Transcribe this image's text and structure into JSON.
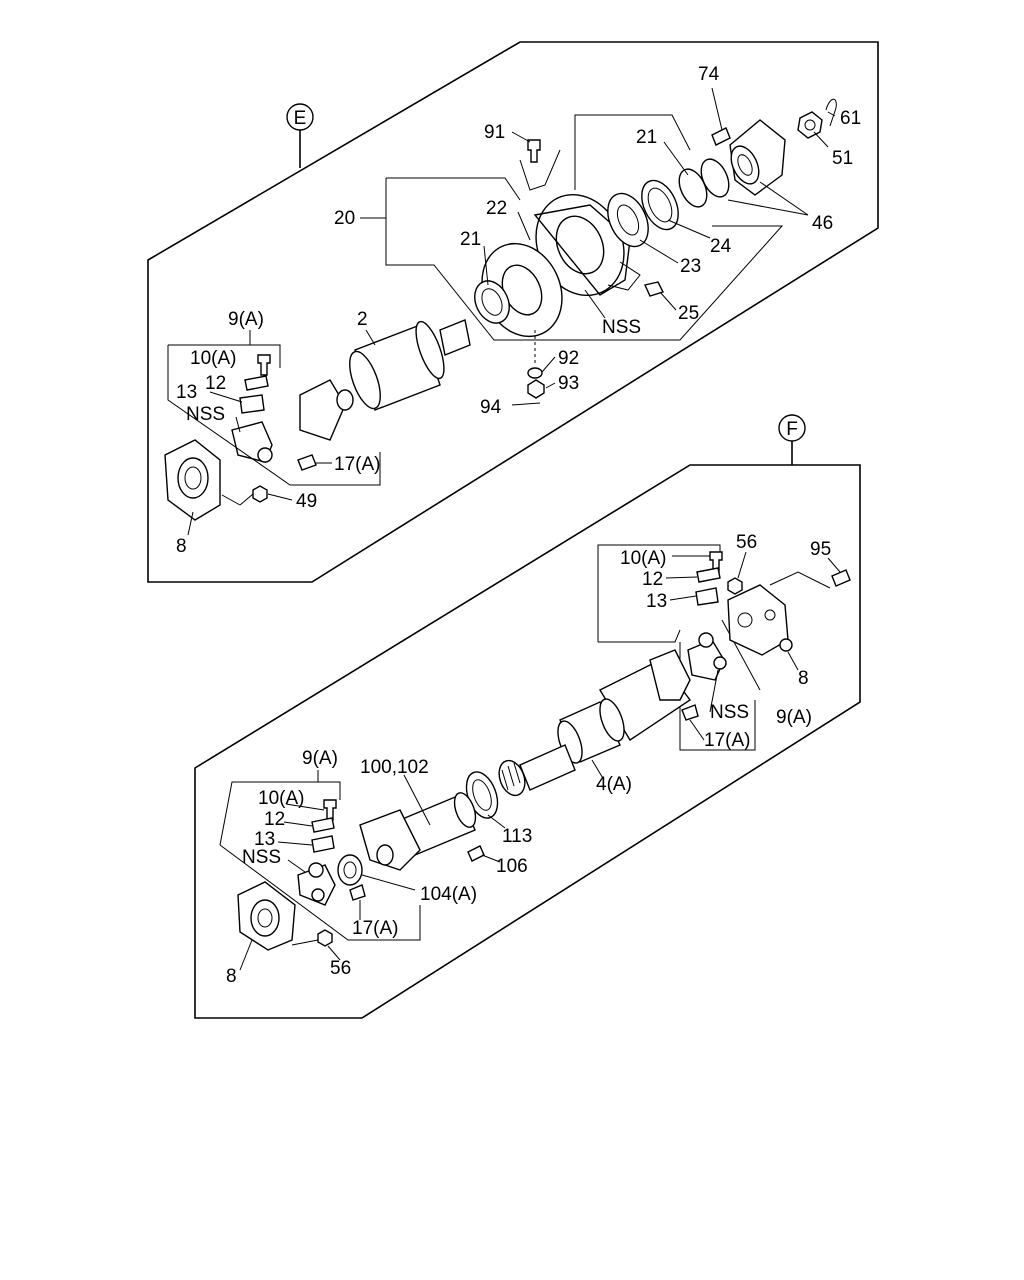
{
  "diagram": {
    "upper": {
      "marker": "E",
      "labels": {
        "p74": "74",
        "p61": "61",
        "p51": "51",
        "p91": "91",
        "p21a": "21",
        "p20": "20",
        "p22": "22",
        "p21b": "21",
        "p24": "24",
        "p46": "46",
        "p23": "23",
        "p25": "25",
        "pnss1": "NSS",
        "p92": "92",
        "p93": "93",
        "p94": "94",
        "p9a": "9(A)",
        "p2": "2",
        "p10a": "10(A)",
        "p12": "12",
        "p13": "13",
        "pnss2": "NSS",
        "p17a": "17(A)",
        "p49": "49",
        "p8": "8"
      }
    },
    "lower": {
      "marker": "F",
      "labels": {
        "p10a_r": "10(A)",
        "p56_r": "56",
        "p95": "95",
        "p12_r": "12",
        "p13_r": "13",
        "p8_r": "8",
        "pnss_r": "NSS",
        "p9a_r": "9(A)",
        "p17a_r": "17(A)",
        "p4a": "4(A)",
        "p9a_l": "9(A)",
        "p100": "100,102",
        "p10a_l": "10(A)",
        "p12_l": "12",
        "p13_l": "13",
        "pnss_l": "NSS",
        "p113": "113",
        "p106": "106",
        "p104a": "104(A)",
        "p17a_l": "17(A)",
        "p8_l": "8",
        "p56_l": "56"
      }
    }
  }
}
